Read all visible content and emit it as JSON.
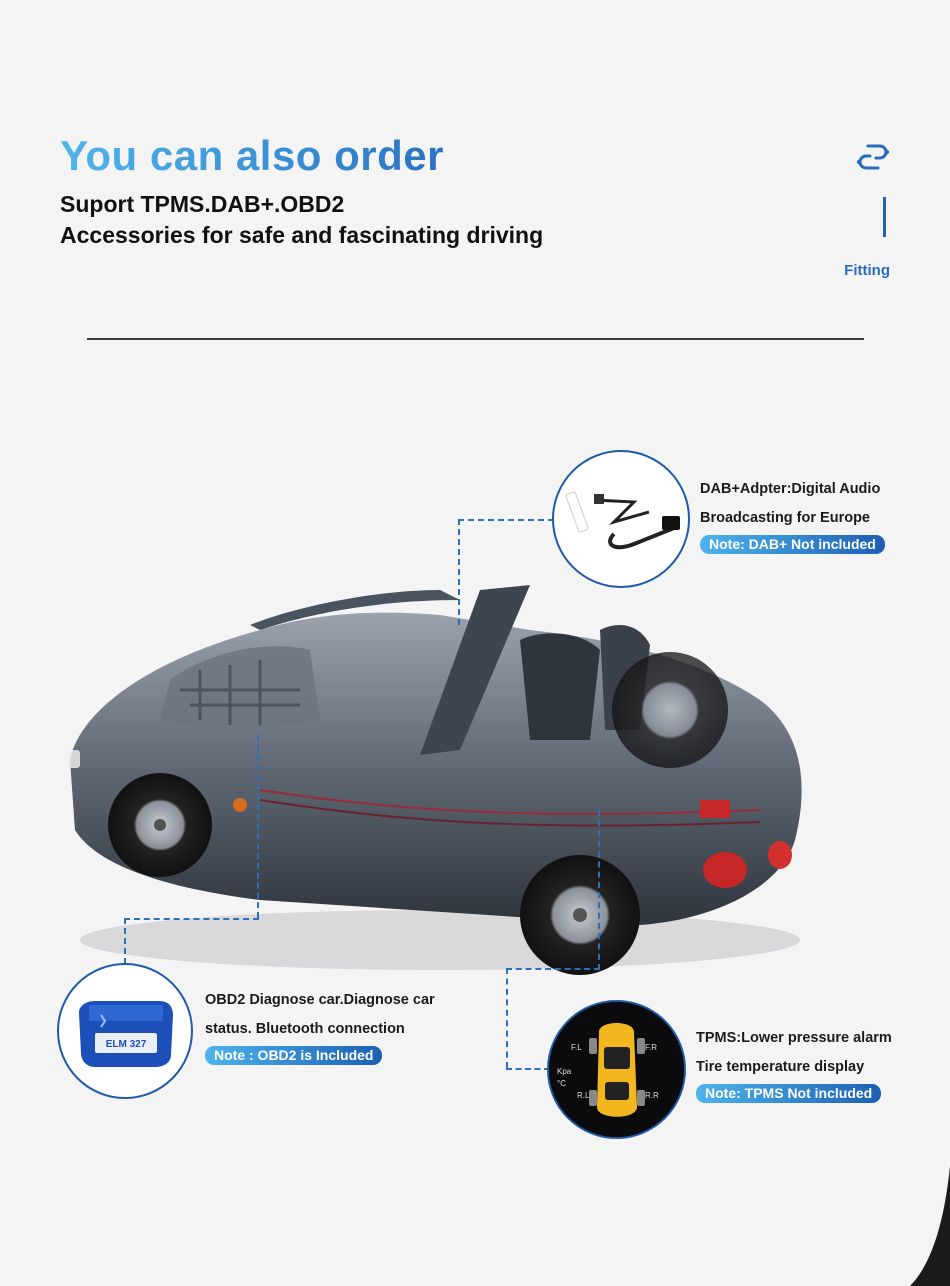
{
  "header": {
    "title": "You can also order",
    "subtitle_line1": "Suport TPMS.DAB+.OBD2",
    "subtitle_line2": "Accessories for safe and fascinating driving",
    "side_label": "Fitting",
    "link_icon": "link-icon"
  },
  "accessories": {
    "dab": {
      "line1": "DAB+Adpter:Digital Audio",
      "line2": "Broadcasting for Europe",
      "note": "Note: DAB+ Not included"
    },
    "obd2": {
      "line1": "OBD2 Diagnose car.Diagnose car",
      "line2": "status. Bluetooth connection",
      "note": "Note : OBD2 is Included",
      "device_label": "ELM 327"
    },
    "tpms": {
      "line1": "TPMS:Lower pressure alarm",
      "line2": "Tire temperature display",
      "note": "Note: TPMS Not included",
      "screen_labels": [
        "F.L",
        "F.R",
        "R.L",
        "R.R",
        "Kpa",
        "°C"
      ]
    }
  },
  "colors": {
    "accent_light": "#4fb6ea",
    "accent_dark": "#1e5aa8",
    "background": "#f4f4f5"
  }
}
